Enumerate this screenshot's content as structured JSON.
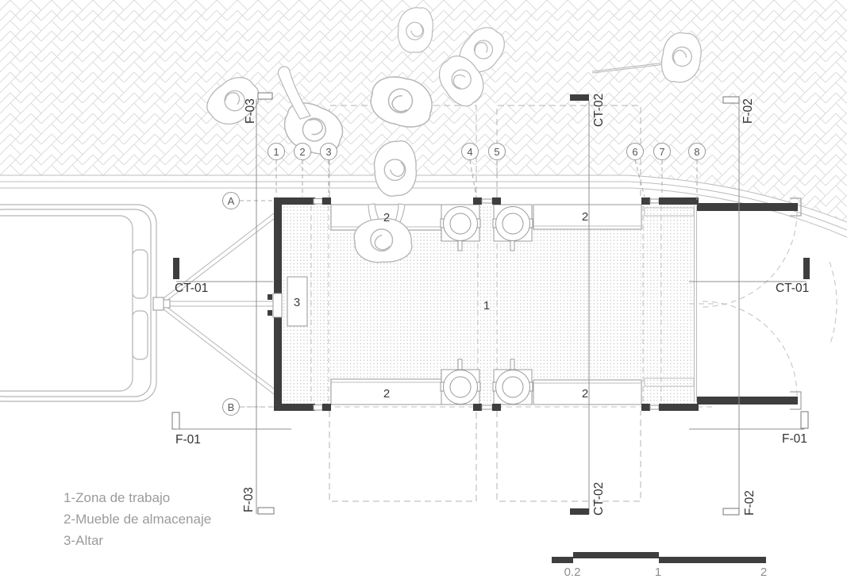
{
  "grid": {
    "columns": [
      "1",
      "2",
      "3",
      "4",
      "5",
      "6",
      "7",
      "8"
    ],
    "rows": [
      "A",
      "B"
    ]
  },
  "section_markers": {
    "f03": "F-03",
    "ct02": "CT-02",
    "f02": "F-02",
    "ct01": "CT-01",
    "f01": "F-01"
  },
  "room_labels": {
    "work_zone": "1",
    "storage_unit": "2",
    "altar": "3"
  },
  "legend": {
    "items": [
      "1-Zona de trabajo",
      "2-Mueble de almacenaje",
      "3-Altar"
    ]
  },
  "scale_bar": {
    "labels": [
      "0.2",
      "1",
      "2"
    ]
  },
  "colors": {
    "wall": "#3e3e3e",
    "section_line": "#8f8f8f",
    "dashed_line": "#b3b3b3",
    "hatch": "#dcdcdc",
    "figure_outline": "#b8b8b8",
    "label_text": "#3a3a3a",
    "muted_text": "#9b9b9b"
  }
}
